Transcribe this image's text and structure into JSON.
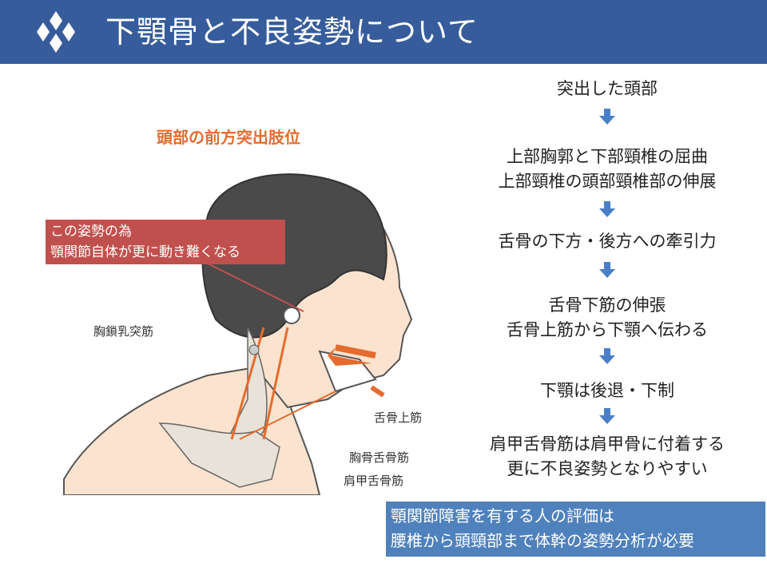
{
  "header": {
    "title": "下顎骨と不良姿勢について",
    "icon": "diamond-cluster-icon"
  },
  "illustration": {
    "subtitle": "頭部の前方突出肢位",
    "callout": [
      "この姿勢の為",
      "顎関節自体が更に動き難くなる"
    ],
    "labels": {
      "scm": "胸鎖乳突筋",
      "suprahyoid": "舌骨上筋",
      "sternohyoid": "胸骨舌骨筋",
      "omohyoid": "肩甲舌骨筋"
    }
  },
  "flow": {
    "steps": [
      [
        "突出した頭部"
      ],
      [
        "上部胸郭と下部頸椎の屈曲",
        "上部頸椎の頭部頸椎部の伸展"
      ],
      [
        "舌骨の下方・後方への牽引力"
      ],
      [
        "舌骨下筋の伸張",
        "舌骨上筋から下顎へ伝わる"
      ],
      [
        "下顎は後退・下制"
      ],
      [
        "肩甲舌骨筋は肩甲骨に付着する",
        "更に不良姿勢となりやすい"
      ]
    ]
  },
  "conclusion": [
    "顎関節障害を有する人の評価は",
    "腰椎から頭頸部まで体幹の姿勢分析が必要"
  ],
  "colors": {
    "header": "#365C9C",
    "callout": "#C0504D",
    "conclusion": "#4F81BD",
    "subtitle": "#E46C2E"
  }
}
